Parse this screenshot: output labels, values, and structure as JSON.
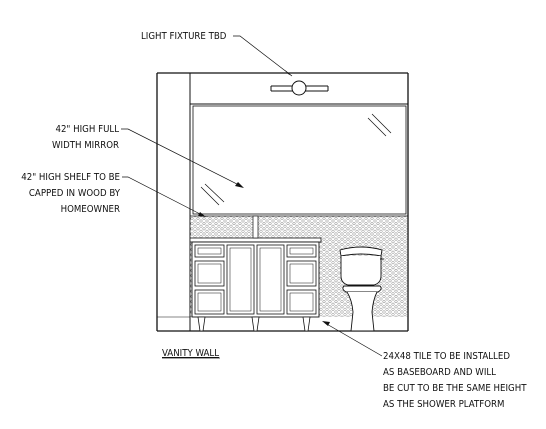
{
  "annotations": {
    "light_fixture": "LIGHT FIXTURE TBD",
    "mirror": [
      "42\" HIGH FULL",
      "WIDTH MIRROR"
    ],
    "shelf": [
      "42\" HIGH SHELF TO BE",
      "CAPPED IN WOOD BY",
      "HOMEOWNER"
    ],
    "tile": [
      "24X48 TILE TO BE INSTALLED",
      "AS BASEBOARD AND WILL",
      "BE CUT TO BE THE SAME HEIGHT",
      "AS THE SHOWER PLATFORM"
    ]
  },
  "view_title": "VANITY WALL"
}
